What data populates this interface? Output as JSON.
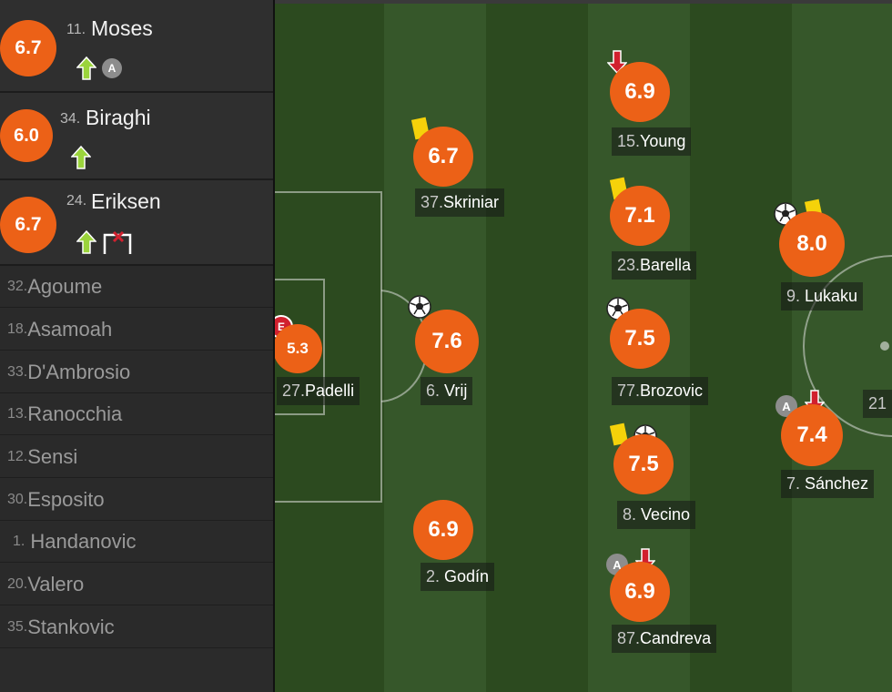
{
  "substitutes": [
    {
      "number": "11.",
      "name": "Moses",
      "rating": "6.7",
      "assist_label": "A"
    },
    {
      "number": "34.",
      "name": "Biraghi",
      "rating": "6.0"
    },
    {
      "number": "24.",
      "name": "Eriksen",
      "rating": "6.7"
    }
  ],
  "bench": [
    {
      "number": "32.",
      "name": "Agoume"
    },
    {
      "number": "18.",
      "name": "Asamoah"
    },
    {
      "number": "33.",
      "name": "D'Ambrosio"
    },
    {
      "number": "13.",
      "name": "Ranocchia"
    },
    {
      "number": "12.",
      "name": "Sensi"
    },
    {
      "number": "30.",
      "name": "Esposito"
    },
    {
      "number": "1.",
      "name": "Handanovic"
    },
    {
      "number": "20.",
      "name": "Valero"
    },
    {
      "number": "35.",
      "name": "Stankovic"
    }
  ],
  "players": {
    "padelli": {
      "number": "27.",
      "name": "Padelli",
      "rating": "5.3",
      "badge": "E"
    },
    "skriniar": {
      "number": "37.",
      "name": "Skriniar",
      "rating": "6.7"
    },
    "vrij": {
      "number": "6. ",
      "name": "Vrij",
      "rating": "7.6"
    },
    "godin": {
      "number": "2. ",
      "name": "Godín",
      "rating": "6.9"
    },
    "young": {
      "number": "15.",
      "name": "Young",
      "rating": "6.9"
    },
    "barella": {
      "number": "23.",
      "name": "Barella",
      "rating": "7.1"
    },
    "brozovic": {
      "number": "77.",
      "name": "Brozovic",
      "rating": "7.5"
    },
    "vecino": {
      "number": "8. ",
      "name": "Vecino",
      "rating": "7.5"
    },
    "candreva": {
      "number": "87.",
      "name": "Candreva",
      "rating": "6.9",
      "assist_label": "A"
    },
    "lukaku": {
      "number": "9. ",
      "name": "Lukaku",
      "rating": "8.0"
    },
    "sanchez": {
      "number": "7. ",
      "name": "Sánchez",
      "rating": "7.4",
      "assist_label": "A"
    },
    "partial": {
      "number": "21"
    }
  },
  "colors": {
    "rating_badge": "#ec6117",
    "pitch_dark": "#2c4a1f",
    "pitch_light": "#36572a",
    "sub_in_arrow": "#9bd43c",
    "sub_out_arrow": "#d1202e",
    "yellow_card": "#f5d20a"
  },
  "icons": [
    "sub-in-arrow-icon",
    "sub-out-arrow-icon",
    "yellow-card-icon",
    "goal-ball-icon",
    "assist-icon",
    "missed-goal-icon",
    "error-icon"
  ]
}
